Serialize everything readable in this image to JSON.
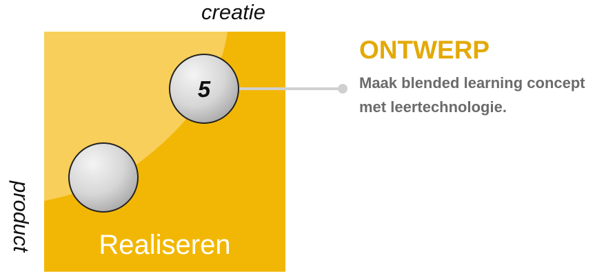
{
  "axis": {
    "top_label": "creatie",
    "left_label": "product"
  },
  "quadrant": {
    "label": "Realiseren",
    "color_base": "#f2b705",
    "color_highlight": "#f7cf5a"
  },
  "steps": {
    "active_number": "5"
  },
  "callout": {
    "title": "ONTWERP",
    "title_color": "#e3a906",
    "description": "Maak blended learning concept met leertechnologie."
  }
}
